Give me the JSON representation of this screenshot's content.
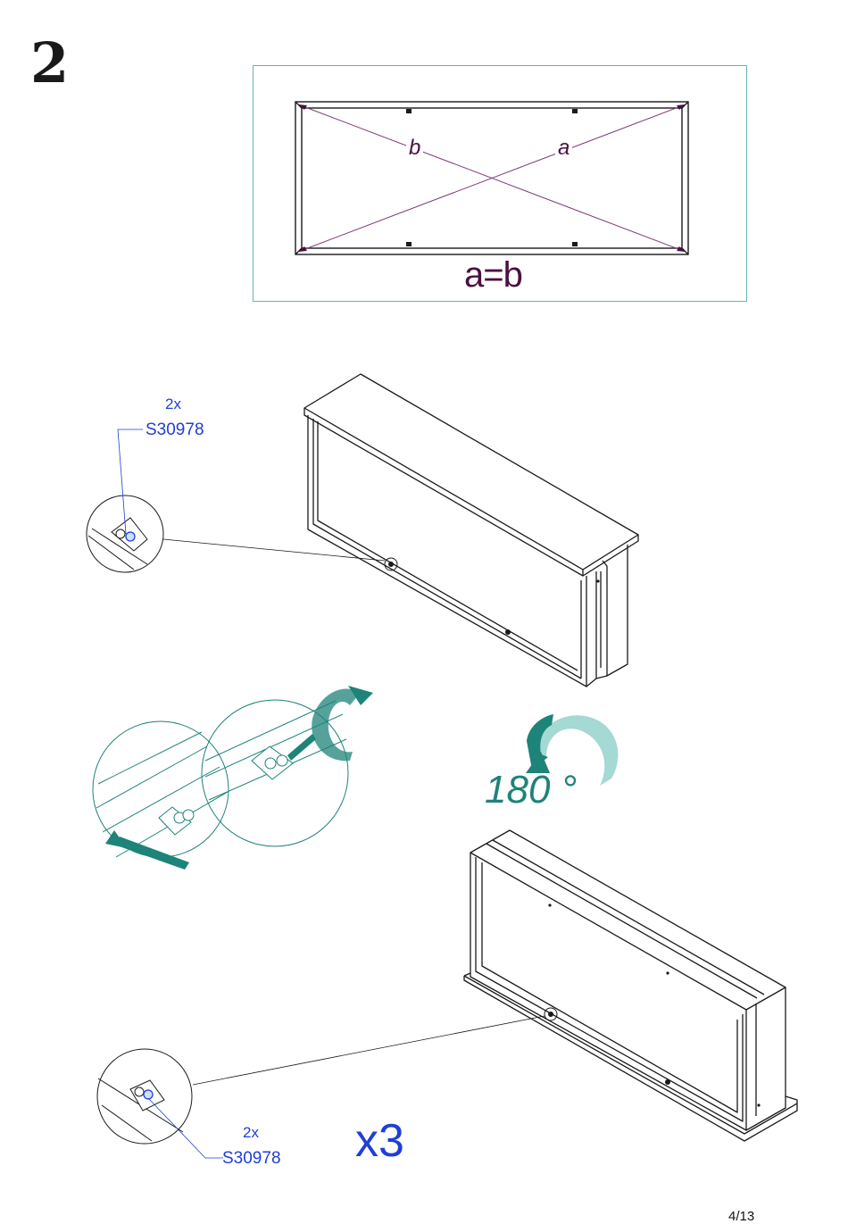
{
  "step": {
    "number": "2"
  },
  "measure": {
    "label_b": "b",
    "label_a": "a",
    "equation": "a=b"
  },
  "callout_top": {
    "quantity": "2x",
    "part_code": "S30978"
  },
  "callout_bottom": {
    "quantity": "2x",
    "part_code": "S30978"
  },
  "rotation": {
    "label": "180 °"
  },
  "repeat": {
    "label": "x3"
  },
  "page": {
    "number": "4/13"
  },
  "colors": {
    "line": "#1a1a1a",
    "teal": "#1e8379",
    "frame": "#5fb9b0",
    "measure": "#4a1040",
    "parts": "#1f3fd6"
  }
}
